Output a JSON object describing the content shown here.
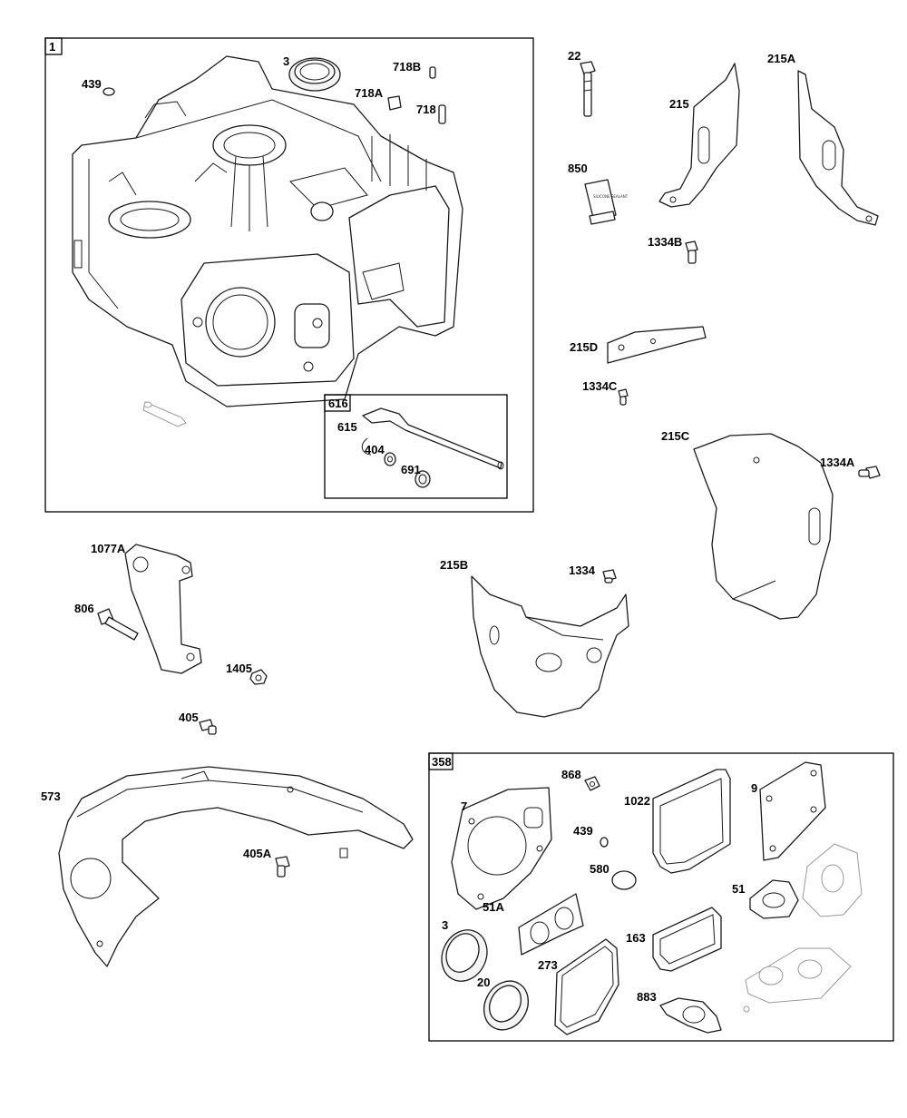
{
  "groups": {
    "engine_block": "1",
    "governor": "616",
    "gasket_set": "358"
  },
  "labels": {
    "439": "439",
    "3": "3",
    "718B": "718B",
    "718A": "718A",
    "718": "718",
    "22": "22",
    "215A": "215A",
    "215": "215",
    "850": "850",
    "1334B": "1334B",
    "215D": "215D",
    "1334C": "1334C",
    "215C": "215C",
    "1334A": "1334A",
    "615": "615",
    "404": "404",
    "691": "691",
    "1077A": "1077A",
    "806": "806",
    "1405": "1405",
    "405": "405",
    "215B": "215B",
    "1334": "1334",
    "573": "573",
    "405A": "405A",
    "868": "868",
    "1022": "1022",
    "9": "9",
    "7": "7",
    "439b": "439",
    "580": "580",
    "51": "51",
    "51A": "51A",
    "3b": "3",
    "163": "163",
    "273": "273",
    "20": "20",
    "883": "883"
  },
  "tube_text": "SILICONE SEALANT"
}
